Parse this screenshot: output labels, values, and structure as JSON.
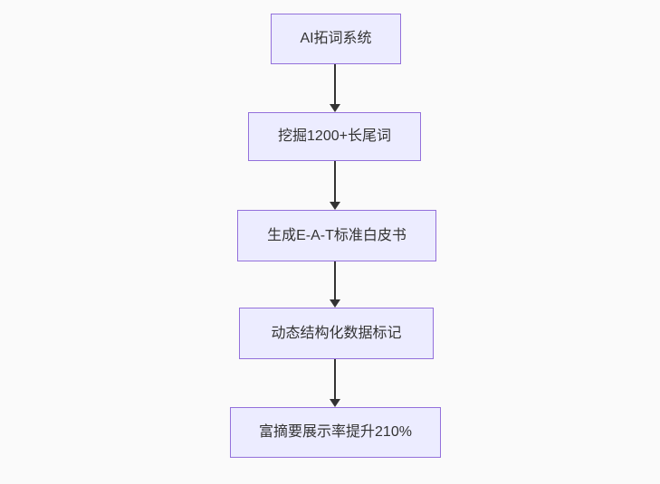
{
  "diagram": {
    "type": "flowchart",
    "direction": "top-down",
    "colors": {
      "canvas_background": "#fafafa",
      "node_fill": "#ECECFF",
      "node_border": "#9370DB",
      "node_text": "#333333",
      "arrow": "#333333"
    },
    "nodes": [
      {
        "id": "node-1",
        "label": "AI拓词系统"
      },
      {
        "id": "node-2",
        "label": "挖掘1200+长尾词"
      },
      {
        "id": "node-3",
        "label": "生成E-A-T标准白皮书"
      },
      {
        "id": "node-4",
        "label": "动态结构化数据标记"
      },
      {
        "id": "node-5",
        "label": "富摘要展示率提升210%"
      }
    ],
    "edges": [
      {
        "from": "node-1",
        "to": "node-2"
      },
      {
        "from": "node-2",
        "to": "node-3"
      },
      {
        "from": "node-3",
        "to": "node-4"
      },
      {
        "from": "node-4",
        "to": "node-5"
      }
    ]
  }
}
